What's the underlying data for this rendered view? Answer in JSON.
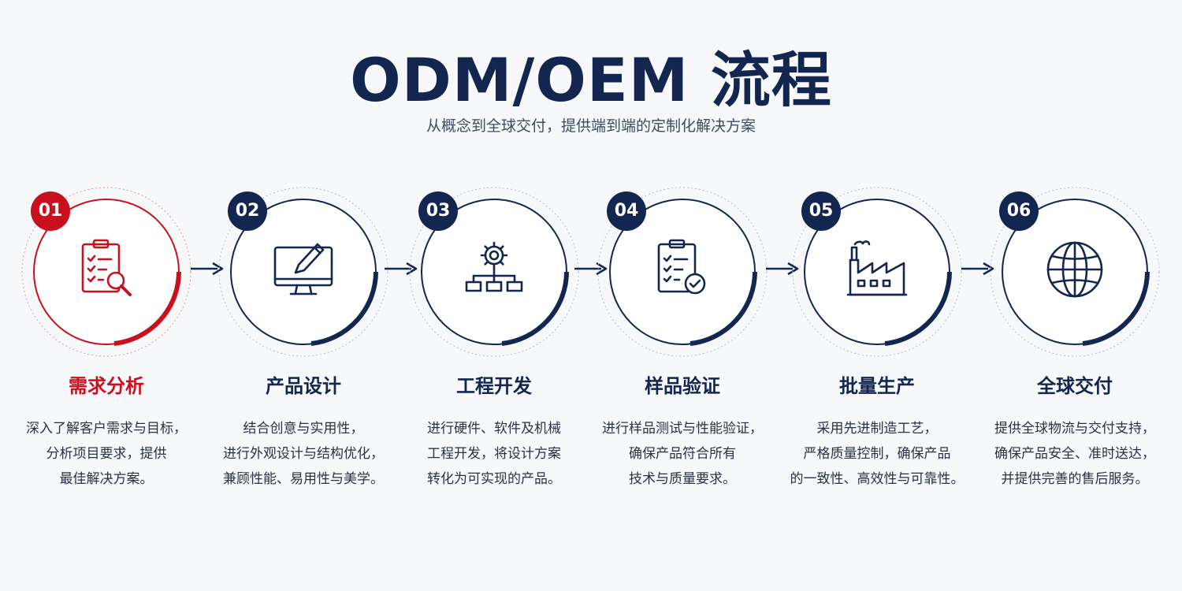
{
  "header": {
    "title": "ODM/OEM 流程",
    "subtitle": "从概念到全球交付，提供端到端的定制化解决方案"
  },
  "colors": {
    "primary": "#13264f",
    "accent": "#c8101e",
    "background": "#f7f8fa"
  },
  "steps": [
    {
      "number": "01",
      "title": "需求分析",
      "icon": "clipboard-search-icon",
      "active": true,
      "lines": [
        "深入了解客户需求与目标，",
        "分析项目要求，提供",
        "最佳解决方案。"
      ]
    },
    {
      "number": "02",
      "title": "产品设计",
      "icon": "monitor-pencil-icon",
      "active": false,
      "lines": [
        "结合创意与实用性，",
        "进行外观设计与结构优化，",
        "兼顾性能、易用性与美学。"
      ]
    },
    {
      "number": "03",
      "title": "工程开发",
      "icon": "gear-hierarchy-icon",
      "active": false,
      "lines": [
        "进行硬件、软件及机械",
        "工程开发，将设计方案",
        "转化为可实现的产品。"
      ]
    },
    {
      "number": "04",
      "title": "样品验证",
      "icon": "clipboard-check-icon",
      "active": false,
      "lines": [
        "进行样品测试与性能验证，",
        "确保产品符合所有",
        "技术与质量要求。"
      ]
    },
    {
      "number": "05",
      "title": "批量生产",
      "icon": "factory-icon",
      "active": false,
      "lines": [
        "采用先进制造工艺，",
        "严格质量控制，确保产品",
        "的一致性、高效性与可靠性。"
      ]
    },
    {
      "number": "06",
      "title": "全球交付",
      "icon": "globe-icon",
      "active": false,
      "lines": [
        "提供全球物流与交付支持，",
        "确保产品安全、准时送达，",
        "并提供完善的售后服务。"
      ]
    }
  ]
}
